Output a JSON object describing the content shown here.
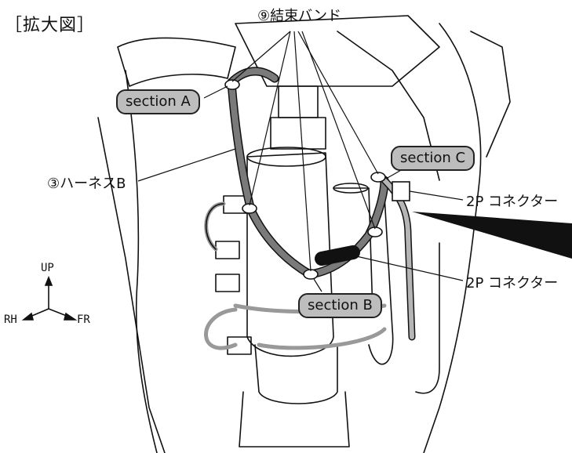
{
  "title": "［拡大図］",
  "labels": {
    "band": "⑨結束バンド",
    "harness": "③ハーネスB",
    "connector_upper": "2P コネクター",
    "connector_lower": "2P コネクター"
  },
  "sections": {
    "a": "section A",
    "b": "section B",
    "c": "section C"
  },
  "axes": {
    "up": "UP",
    "rh": "RH",
    "fr": "FR"
  }
}
